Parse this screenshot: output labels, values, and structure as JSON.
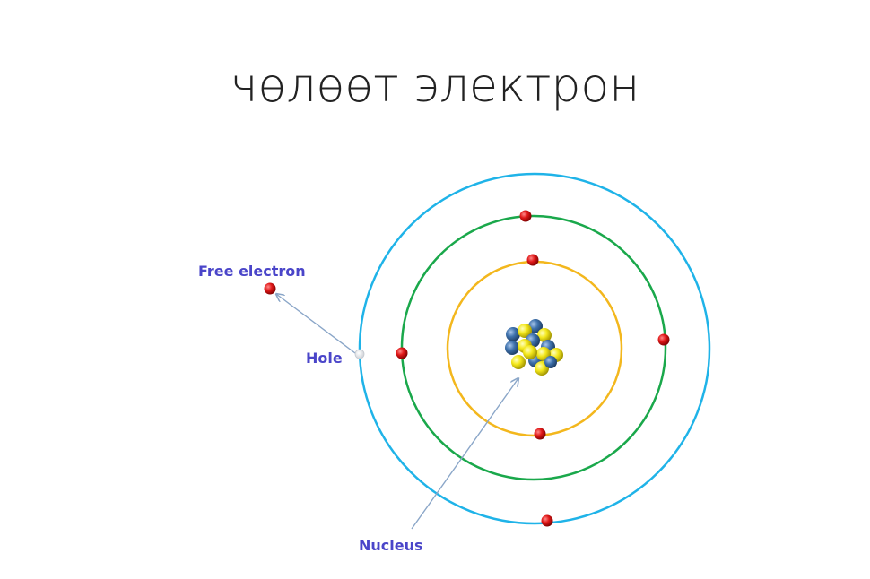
{
  "title": "чөлөөт электрон",
  "labels": {
    "free_electron": "Free electron",
    "hole": "Hole",
    "nucleus": "Nucleus"
  },
  "colors": {
    "label_text": "#4a45c9",
    "outer_orbit": "#1fb3e8",
    "middle_orbit": "#1aa84b",
    "inner_orbit": "#f3b71d",
    "electron": "#d41414",
    "proton": "#f2e31a",
    "neutron": "#3d6fa8",
    "arrow": "#8aa6c8"
  }
}
